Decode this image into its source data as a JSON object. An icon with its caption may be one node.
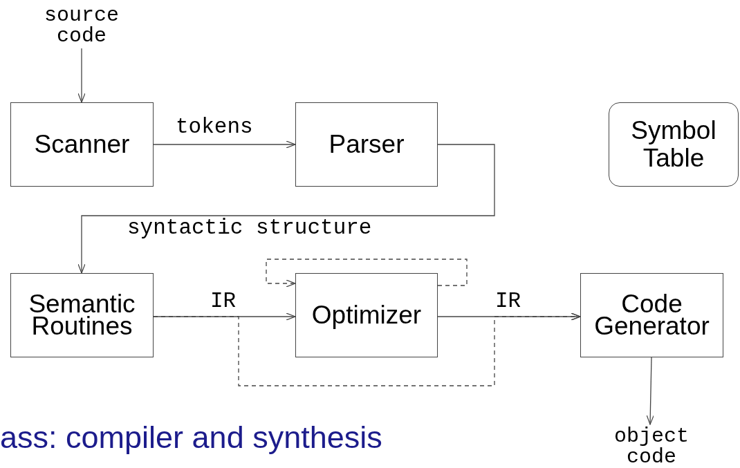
{
  "diagram": {
    "nodes": [
      {
        "text": [
          "source code"
        ]
      },
      {
        "text": [
          "Scanner"
        ]
      },
      {
        "text": [
          "Parser"
        ]
      },
      {
        "text": [
          "Symbol Table"
        ]
      },
      {
        "text": [
          "Semantic Routines"
        ]
      },
      {
        "text": [
          "Optimizer"
        ]
      },
      {
        "text": [
          "Code Generator"
        ]
      },
      {
        "text": [
          "object code"
        ]
      }
    ],
    "edges": [
      {
        "from": 0,
        "to": 1,
        "arrow": "to"
      },
      {
        "from": 1,
        "to": 2,
        "arrow": "to",
        "label": "tokens"
      },
      {
        "from": 2,
        "to": 4,
        "arrow": "to",
        "label": "syntactic structure"
      },
      {
        "from": 4,
        "to": 5,
        "arrow": "to",
        "label": "IR"
      },
      {
        "from": 5,
        "to": 6,
        "arrow": "to",
        "label": "IR"
      },
      {
        "from": 5,
        "to": 5,
        "arrow": "to",
        "style": "dashed"
      },
      {
        "from": 4,
        "to": 6,
        "arrow": "to",
        "style": "dashed"
      },
      {
        "from": 6,
        "to": 7,
        "arrow": "to"
      }
    ],
    "labels": [
      "ass: compiler and synthesis"
    ]
  }
}
